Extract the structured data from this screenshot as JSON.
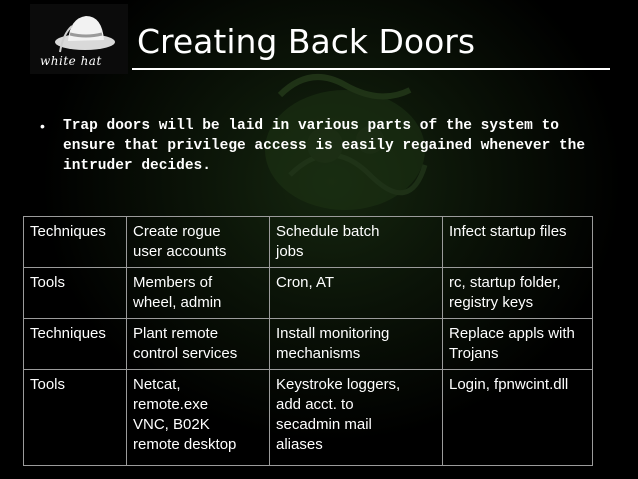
{
  "logo": {
    "text": "white hat",
    "icon": "white-hat-icon"
  },
  "slide": {
    "title": "Creating Back Doors",
    "bullet": "Trap doors will be laid in various parts of the system to ensure that privilege access is easily regained whenever the intruder decides."
  },
  "table": {
    "rows": [
      [
        "Techniques",
        "Create rogue\nuser accounts",
        "Schedule batch\njobs",
        "Infect startup files"
      ],
      [
        "Tools",
        "Members of\nwheel, admin",
        "Cron, AT",
        "rc, startup folder,\nregistry keys"
      ],
      [
        "Techniques",
        "Plant remote\ncontrol services",
        "Install monitoring\nmechanisms",
        "Replace appls with\nTrojans"
      ],
      [
        "Tools",
        "Netcat,\nremote.exe\nVNC, B02K\nremote desktop",
        "Keystroke loggers,\nadd acct. to\nsecadmin mail\naliases",
        "Login, fpnwcint.dll"
      ]
    ]
  },
  "colors": {
    "background": "#000000",
    "text": "#ffffff",
    "grid": "#9b9b9b"
  }
}
